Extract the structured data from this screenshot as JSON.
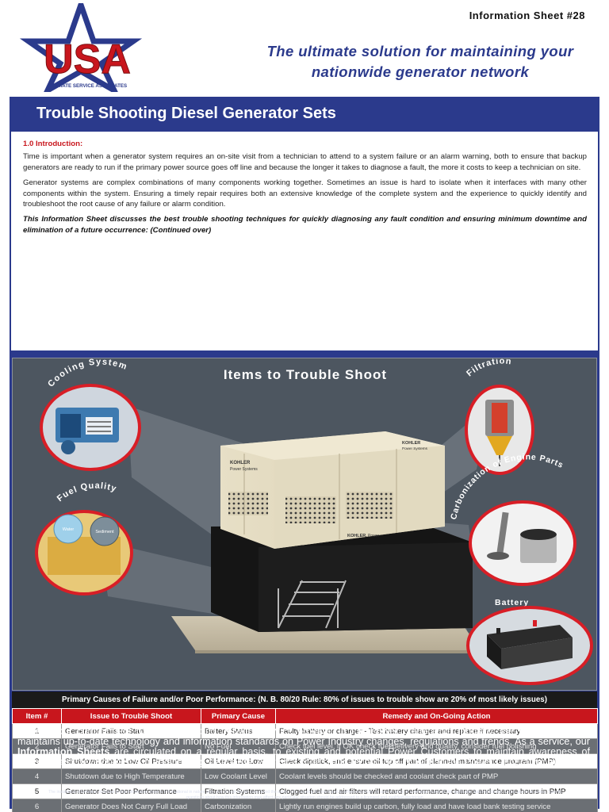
{
  "header": {
    "logo_text": "USA",
    "logo_subtext": "ULTIMATE SERVICE ASSOCIATES",
    "sheet_number": "Information Sheet #28",
    "tagline_line1": "The ultimate solution for maintaining your",
    "tagline_line2": "nationwide generator network",
    "colors": {
      "brand_blue": "#2b3a8c",
      "brand_red": "#c8161d"
    }
  },
  "title": "Trouble Shooting Diesel Generator Sets",
  "intro": {
    "heading": "1.0 Introduction:",
    "paragraphs": [
      "Time is important when a generator system requires an on-site visit from a technician to attend to a system failure or an alarm warning, both to ensure that backup generators are ready to run if the primary power source goes off line and because the longer it takes to diagnose a fault, the more it costs to keep a technician on site.",
      "Generator systems are complex combinations of many components working together. Sometimes an issue is hard to isolate when it interfaces with many other components within the system. Ensuring a timely repair requires both an extensive knowledge of the complete system and the experience to quickly identify and troubleshoot the root cause of any failure or alarm condition."
    ],
    "emphasis": "This Information Sheet discusses the best trouble shooting techniques for quickly diagnosing any fault condition and ensuring minimum downtime and elimination of a future occurrence:  (Continued over)"
  },
  "illustration": {
    "title": "Items to Trouble Shoot",
    "callouts": {
      "cooling": "Cooling System",
      "fuel": "Fuel Quality",
      "filtration": "Filtration",
      "carbon": "Carbonization of Engine Parts",
      "battery": "Battery"
    },
    "fuel_bubbles": {
      "water": "Water",
      "sediment": "Sediment"
    },
    "brand_top": "KOHLER",
    "brand_top_sub": "Power Systems",
    "brand_panel": "KOHLER",
    "brand_panel_sub": "Power Systems",
    "brand_base": "KOHLER.",
    "brand_base_sub": "Power"
  },
  "table": {
    "caption_bold": "Primary Causes of Failure and/or Poor Performance:",
    "caption_rest": " (N. B. 80/20 Rule: 80% of issues to trouble show are 20% of most likely issues)",
    "headers": [
      "Item #",
      "Issue to Trouble Shoot",
      "Primary Cause",
      "Remedy and On-Going Action"
    ],
    "rows": [
      {
        "item": "1",
        "issue": "Generator Fails to Start",
        "cause": "Battery Status",
        "remedy": "Faulty battery or charger - Test battery charger and replace if necessary"
      },
      {
        "item": "2",
        "issue": "Generator Fails to Start",
        "cause": "No Fuel",
        "remedy": "Check fuel level, if OK check fuel delivery and quality, consider fuel polishing"
      },
      {
        "item": "3",
        "issue": "Shutdown due to Low Oil Pressure",
        "cause": "Oil Level too Low",
        "remedy": "Check dipstick, and ensure oil top off part of planned maintenance program (PMP)"
      },
      {
        "item": "4",
        "issue": "Shutdown due to High Temperature",
        "cause": "Low Coolant Level",
        "remedy": "Coolant levels should be checked and coolant check part of PMP"
      },
      {
        "item": "5",
        "issue": "Generator Set Poor Performance",
        "cause": "Filtration Systems",
        "remedy": "Clogged fuel and air filters will retard performance, change and change hours in PMP"
      },
      {
        "item": "6",
        "issue": "Generator Does Not Carry Full Load",
        "cause": "Carbonization",
        "remedy": "Lightly run engines build up carbon, fully load and have load bank testing service"
      }
    ]
  },
  "footer": {
    "part1": "To fulfill our commitment to be the leading network service provider in the Power Generation Industry, the USA, Inc. team maintains up-to-date technology and information standards on Power Industry changes, regulations and trends.  As a service, our ",
    "bold": "Information Sheets",
    "part2": " are circulated on a regular basis, to existing and potential Power Customers to maintain awareness of changes and developments in engineering standards, electrical codes, and technology impacting the Power Generation Industry.",
    "disclaimer": "The installation information provided in this information sheet is informational in nature only, and should not be considered the advice of a properly licensed and qualified electrician or used in place of a detailed review of the applicable National Electric Codes and local codes.   Specific questions about how this information may affect any particular situation should be addressed to a licensed and qualified electrician."
  }
}
